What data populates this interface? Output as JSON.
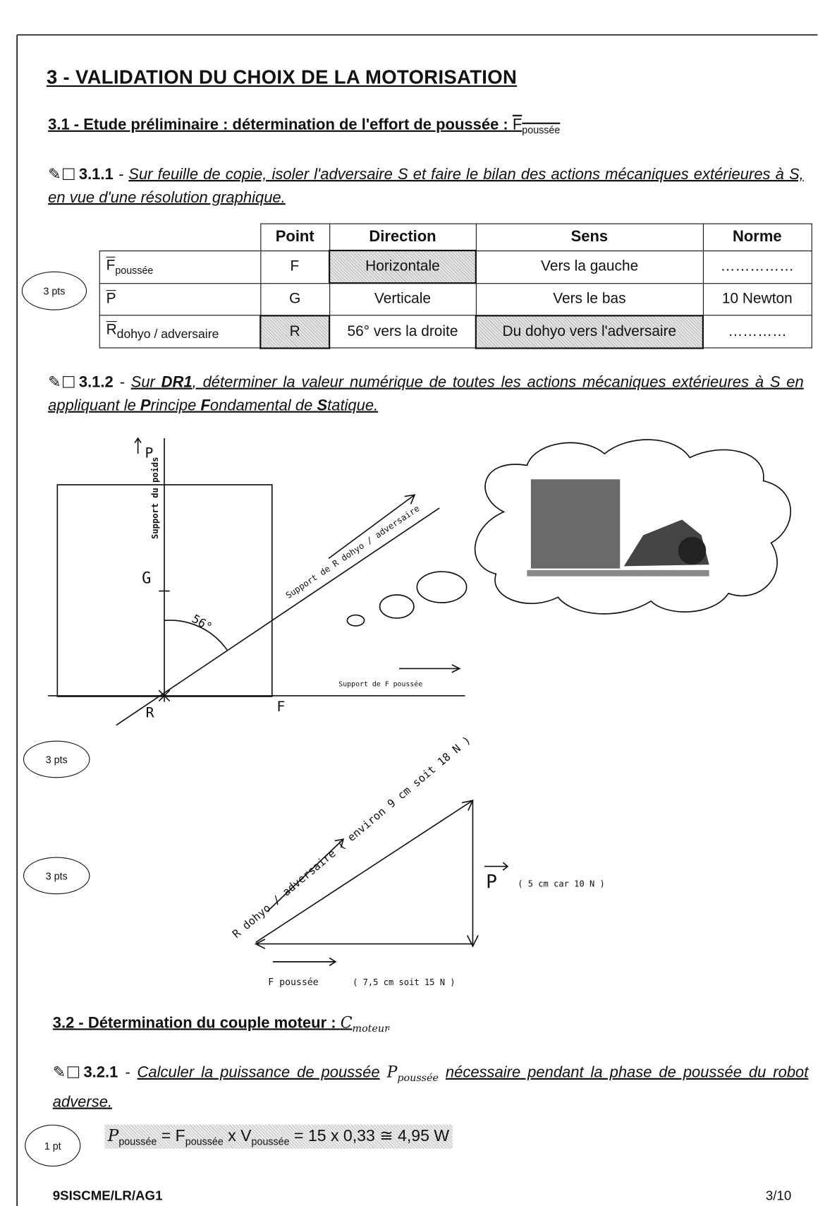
{
  "section_title": "3 - VALIDATION DU CHOIX DE LA MOTORISATION",
  "s31": {
    "title": "3.1 - Etude préliminaire : détermination de l'effort de poussée :",
    "symbol": "F",
    "symbol_sub": "poussée"
  },
  "q311": {
    "num": "3.1.1",
    "text": "Sur feuille de copie, isoler l'adversaire S et faire le bilan des actions mécaniques extérieures à S, en vue d'une résolution graphique."
  },
  "table": {
    "headers": [
      "Point",
      "Direction",
      "Sens",
      "Norme"
    ],
    "rows": [
      {
        "force": "F",
        "force_sub": "poussée",
        "point": "F",
        "direction": "Horizontale",
        "sens": "Vers la gauche",
        "norme": "……………"
      },
      {
        "force": "P",
        "force_sub": "",
        "point": "G",
        "direction": "Verticale",
        "sens": "Vers le bas",
        "norme": "10 Newton"
      },
      {
        "force": "R",
        "force_sub": "dohyo / adversaire",
        "point": "R",
        "direction": "56° vers la droite",
        "sens": "Du dohyo vers l'adversaire",
        "norme": "…………"
      }
    ]
  },
  "points": {
    "a": "3 pts",
    "b": "3 pts",
    "c": "3 pts",
    "d": "1 pt"
  },
  "q312": {
    "num": "3.1.2",
    "pre": "Sur ",
    "dr": "DR1",
    "text1": ", déterminer la valeur numérique de toutes les actions mécaniques extérieures à S en appliquant le ",
    "P": "P",
    "rincipe": "rincipe ",
    "F": "F",
    "ondamental": "ondamental de ",
    "S": "S",
    "tatique": "tatique."
  },
  "diagram1": {
    "label_P": "P",
    "support_poids": "Support du poids",
    "label_G": "G",
    "angle": "56°",
    "support_R": "Support de R dohyo / adversaire",
    "support_F": "Support de F poussée",
    "label_R": "R",
    "label_F": "F"
  },
  "diagram2": {
    "R_label": "R dohyo / adversaire ( environ 9 cm soit 18 N )",
    "P_label": "P",
    "P_note": "( 5 cm car 10 N )",
    "F_label": "F poussée",
    "F_note": "( 7,5 cm soit 15 N )"
  },
  "s32": {
    "title": "3.2 - Détermination du couple moteur :",
    "symbol": "C",
    "symbol_sub": "moteur"
  },
  "q321": {
    "num": "3.2.1",
    "text1": "Calculer la puissance de poussée",
    "sym": "P",
    "sym_sub": "poussée",
    "text2": "nécessaire pendant la phase de poussée du robot adverse."
  },
  "formula": {
    "lhs": "P",
    "lhs_sub": "poussée",
    "eq1": " = F",
    "f_sub": "poussée",
    "x": " x V",
    "v_sub": "poussée",
    "rest": " = 15 x 0,33 ≅ 4,95 W"
  },
  "footer": {
    "code": "9SISCME/LR/AG1",
    "page": "3/10"
  }
}
